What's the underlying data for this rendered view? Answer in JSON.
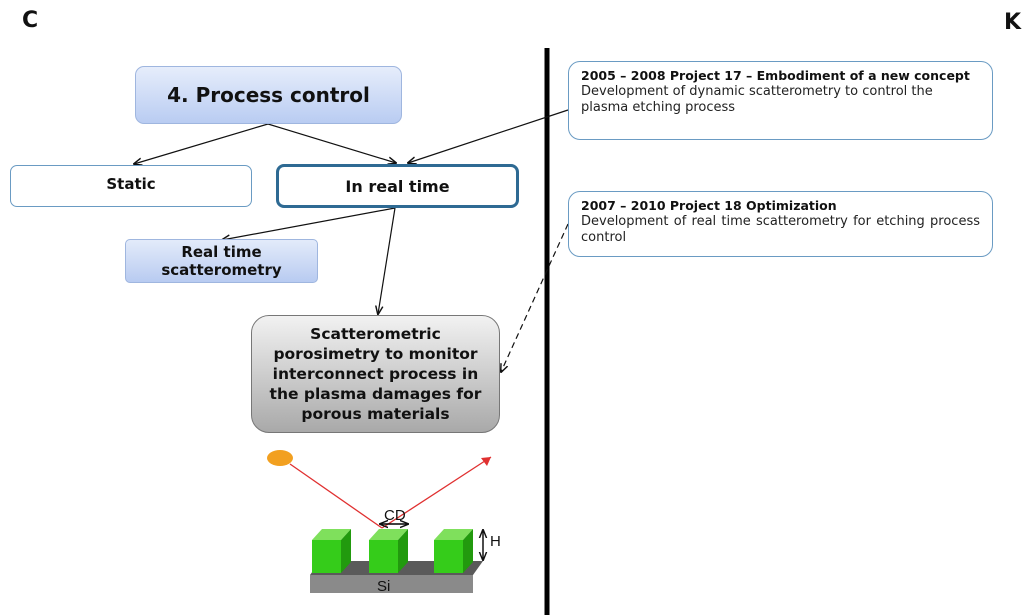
{
  "corner_left": "C",
  "corner_right": "K",
  "boxes": {
    "process_control": "4. Process control",
    "static": "Static",
    "in_real_time": "In real time",
    "real_time_scatterometry": [
      "Real time",
      "scatterometry"
    ],
    "porosimetry": [
      "Scatterometric",
      "porosimetry to monitor",
      "interconnect process in",
      "the plasma damages for",
      "porous materials"
    ]
  },
  "projects": [
    {
      "title": "2005 – 2008 Project 17 – Embodiment of a new concept",
      "description": "Development of dynamic scatterometry to control the plasma etching process"
    },
    {
      "title": "2007 – 2010 Project 18  Optimization",
      "description": "Development of real time scatterometry for etching process control"
    }
  ],
  "illustration": {
    "cd_label": "CD",
    "h_label": "H",
    "substrate_label": "Si",
    "colors": {
      "source": "#f2a020",
      "beam": "#e03030",
      "lines": "#33cc1a",
      "substrate": "#8a8a8a"
    }
  }
}
